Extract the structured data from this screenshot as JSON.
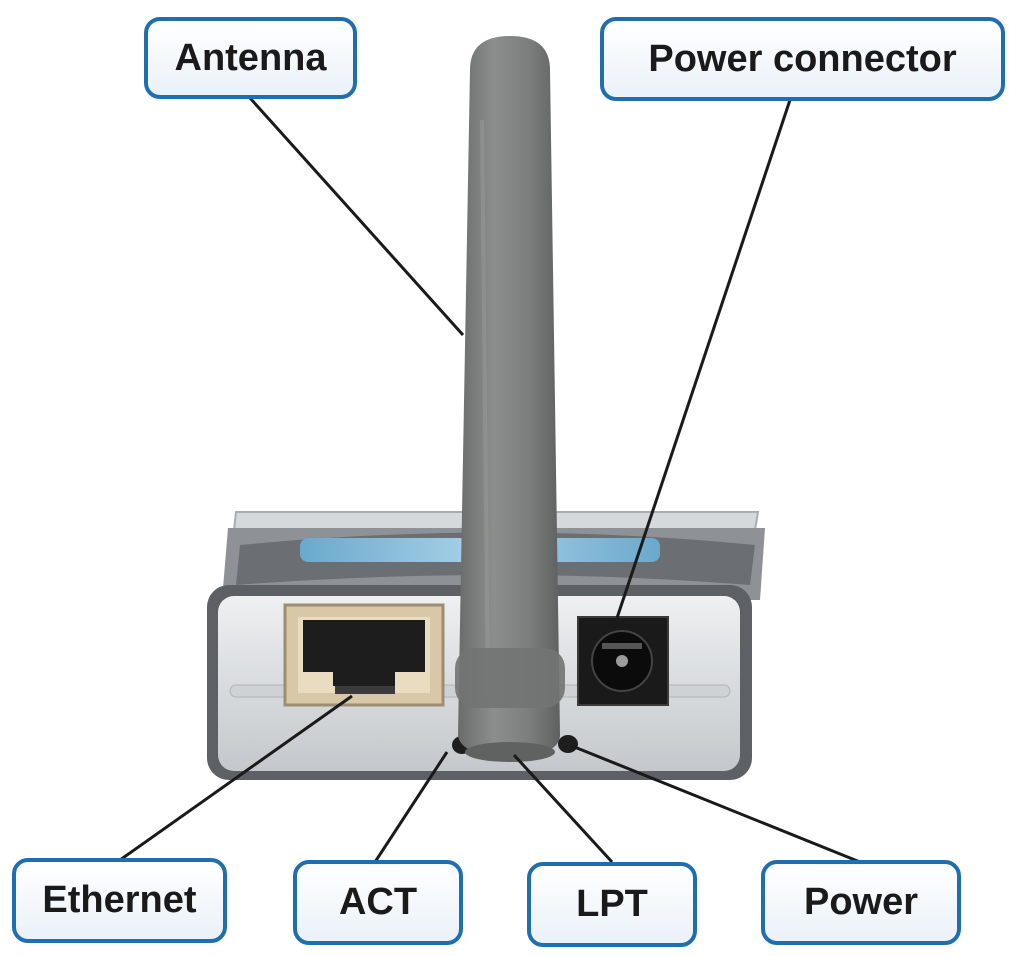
{
  "labels": {
    "antenna": "Antenna",
    "power_connector": "Power connector",
    "ethernet": "Ethernet",
    "act": "ACT",
    "lpt": "LPT",
    "power": "Power"
  },
  "colors": {
    "callout_border": "#1f6fb0",
    "antenna": "#7b7d7c",
    "device_body": "#b8bcc0",
    "device_trim": "#5a5d60",
    "panel": "#d9dcdf",
    "blue_stripe": "#8fc1dc"
  }
}
